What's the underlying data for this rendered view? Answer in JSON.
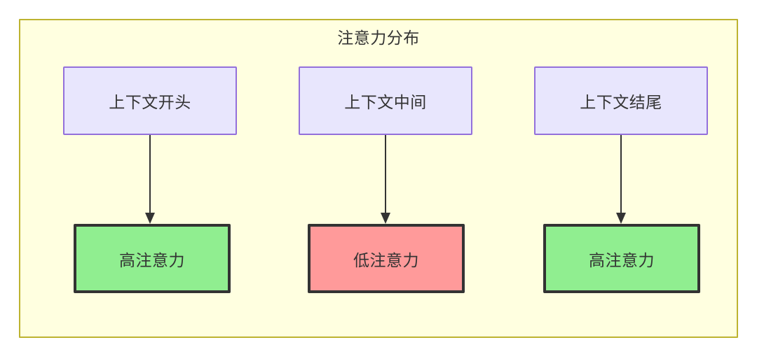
{
  "diagram": {
    "title": "注意力分布",
    "background_color": "#ffffe0",
    "border_color": "#bdb330",
    "columns": [
      {
        "context": {
          "label": "上下文开头",
          "fill": "#e8e6fd",
          "stroke": "#9370db"
        },
        "attention": {
          "label": "高注意力",
          "fill": "#90ee90",
          "stroke": "#333333",
          "level": "high"
        },
        "connector": "arrow-down"
      },
      {
        "context": {
          "label": "上下文中间",
          "fill": "#e8e6fd",
          "stroke": "#9370db"
        },
        "attention": {
          "label": "低注意力",
          "fill": "#ff9a9a",
          "stroke": "#333333",
          "level": "low"
        },
        "connector": "arrow-down"
      },
      {
        "context": {
          "label": "上下文结尾",
          "fill": "#e8e6fd",
          "stroke": "#9370db"
        },
        "attention": {
          "label": "高注意力",
          "fill": "#90ee90",
          "stroke": "#333333",
          "level": "high"
        },
        "connector": "arrow-down"
      }
    ]
  }
}
